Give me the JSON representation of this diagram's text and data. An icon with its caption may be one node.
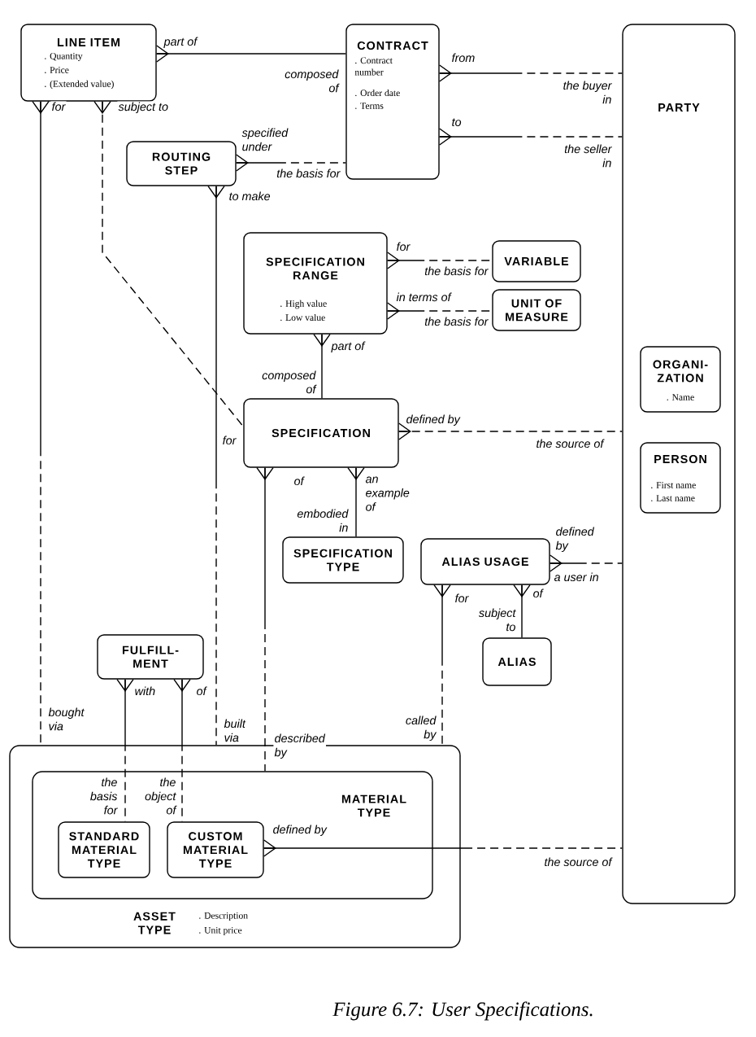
{
  "diagram": {
    "caption": "Figure 6.7: User Specifications.",
    "nodes": [
      {
        "text": [
          "LINE ITEM",
          ". Quantity",
          ". Price",
          ". (Extended value)"
        ]
      },
      {
        "text": [
          "CONTRACT",
          ". Contract number",
          ". Order date",
          ". Terms"
        ]
      },
      {
        "text": [
          "PARTY"
        ]
      },
      {
        "text": [
          "ROUTING STEP"
        ]
      },
      {
        "text": [
          "SPECIFICATION RANGE",
          ". High value",
          ". Low value"
        ]
      },
      {
        "text": [
          "VARIABLE"
        ]
      },
      {
        "text": [
          "UNIT OF MEASURE"
        ]
      },
      {
        "text": [
          "ORGANI- ZATION",
          ". Name"
        ],
        "in": 2
      },
      {
        "text": [
          "PERSON",
          ". First name",
          ". Last name"
        ],
        "in": 2
      },
      {
        "text": [
          "SPECIFICATION"
        ]
      },
      {
        "text": [
          "SPECIFICATION TYPE"
        ]
      },
      {
        "text": [
          "ALIAS USAGE"
        ]
      },
      {
        "text": [
          "ALIAS"
        ]
      },
      {
        "text": [
          "FULFILL- MENT"
        ]
      },
      {
        "text": [
          "ASSET TYPE",
          ". Description",
          ". Unit price"
        ]
      },
      {
        "text": [
          "MATERIAL TYPE"
        ],
        "in": 14
      },
      {
        "text": [
          "STANDARD MATERIAL TYPE"
        ],
        "in": 15
      },
      {
        "text": [
          "CUSTOM MATERIAL TYPE"
        ],
        "in": 15
      }
    ],
    "edges": [
      {
        "from": 0,
        "to": 1,
        "arrow": "other",
        "label": "part of"
      },
      {
        "from": 1,
        "to": 2,
        "arrow": "other",
        "label": "from",
        "style": "dashed"
      },
      {
        "from": 1,
        "to": 2,
        "arrow": "other",
        "label": "to",
        "style": "dashed"
      },
      {
        "from": 3,
        "to": 1,
        "arrow": "other",
        "label": "specified under",
        "style": "dashed"
      },
      {
        "from": 0,
        "to": 9,
        "arrow": "other",
        "label": "subject to",
        "style": "dashed"
      },
      {
        "from": 0,
        "to": 14,
        "arrow": "other",
        "label": "for",
        "style": "dashed"
      },
      {
        "from": 3,
        "to": 14,
        "arrow": "other",
        "label": "to make",
        "style": "dashed"
      },
      {
        "from": 4,
        "to": 9,
        "arrow": "other",
        "label": "part of"
      },
      {
        "from": 4,
        "to": 5,
        "arrow": "other",
        "label": "for",
        "style": "dashed"
      },
      {
        "from": 4,
        "to": 6,
        "arrow": "other",
        "label": "in terms of",
        "style": "dashed"
      },
      {
        "from": 9,
        "to": 2,
        "arrow": "other",
        "label": "defined by",
        "style": "dashed"
      },
      {
        "from": 9,
        "to": 15,
        "arrow": "other",
        "label": "of",
        "style": "dashed"
      },
      {
        "from": 9,
        "to": 10,
        "arrow": "other",
        "label": "an example of"
      },
      {
        "from": 11,
        "to": 2,
        "arrow": "other",
        "label": "defined by",
        "style": "dashed"
      },
      {
        "from": 11,
        "to": 14,
        "arrow": "other",
        "label": "for",
        "style": "dashed"
      },
      {
        "from": 11,
        "to": 12,
        "arrow": "other",
        "label": "of"
      },
      {
        "from": 13,
        "to": 16,
        "arrow": "other",
        "label": "with",
        "style": "dashed"
      },
      {
        "from": 13,
        "to": 17,
        "arrow": "other",
        "label": "of",
        "style": "dashed"
      },
      {
        "from": 17,
        "to": 2,
        "arrow": "other",
        "label": "defined by",
        "style": "dashed"
      }
    ],
    "labels": [
      "composed of",
      "the buyer in",
      "the seller in",
      "the basis for",
      "the basis for",
      "the basis for",
      "composed of",
      "for",
      "the source of",
      "embodied in",
      "a user in",
      "subject to",
      "bought via",
      "built via",
      "described by",
      "called by",
      "the basis for",
      "the object of",
      "the source of"
    ]
  }
}
